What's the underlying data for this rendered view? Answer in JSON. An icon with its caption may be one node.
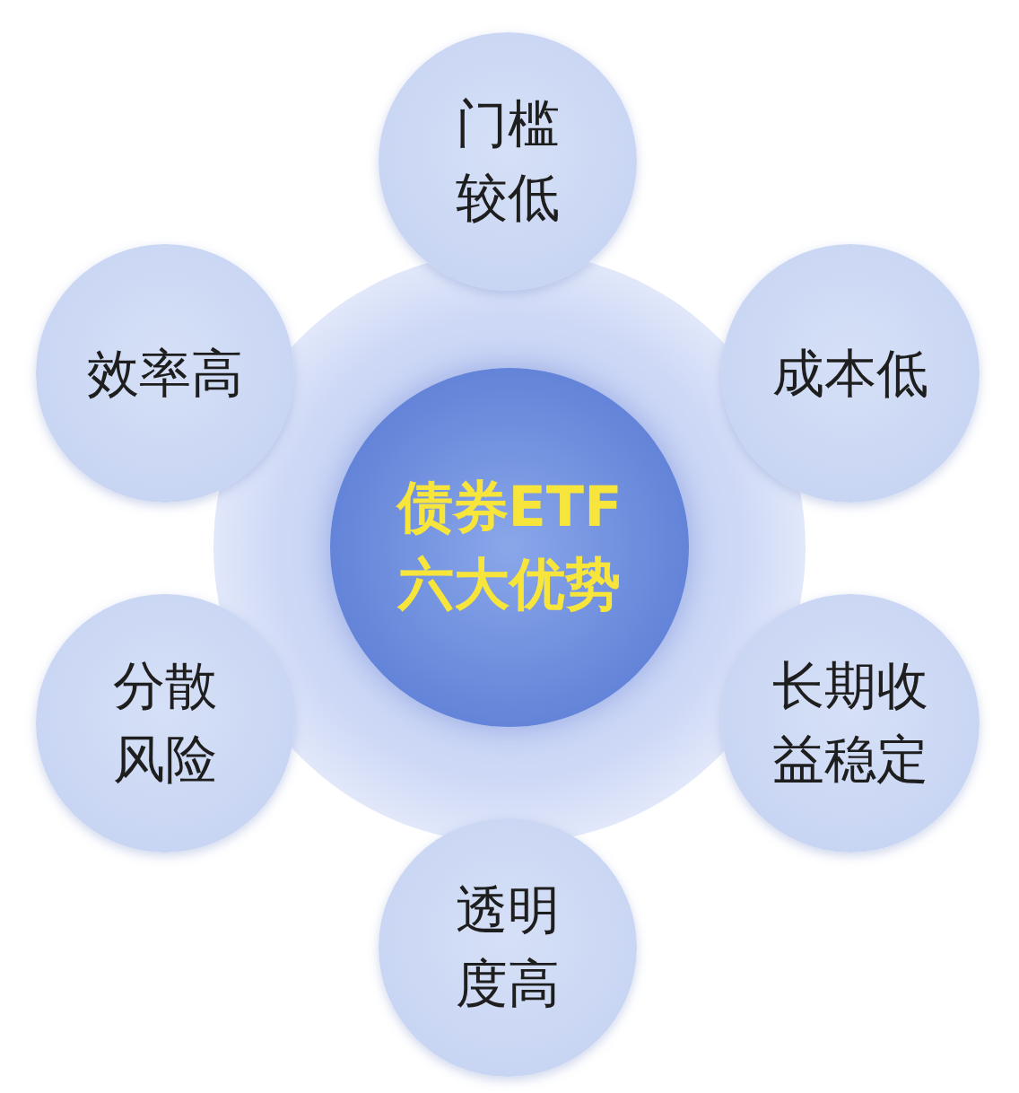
{
  "diagram": {
    "nodes": [
      {
        "text": [
          "门槛较低"
        ]
      },
      {
        "text": [
          "效率高"
        ]
      },
      {
        "text": [
          "成本低"
        ]
      },
      {
        "text": [
          "债券ETF六大优势"
        ]
      },
      {
        "text": [
          "分散风险"
        ]
      },
      {
        "text": [
          "长期收益稳定"
        ]
      },
      {
        "text": [
          "透明度高"
        ]
      }
    ]
  }
}
